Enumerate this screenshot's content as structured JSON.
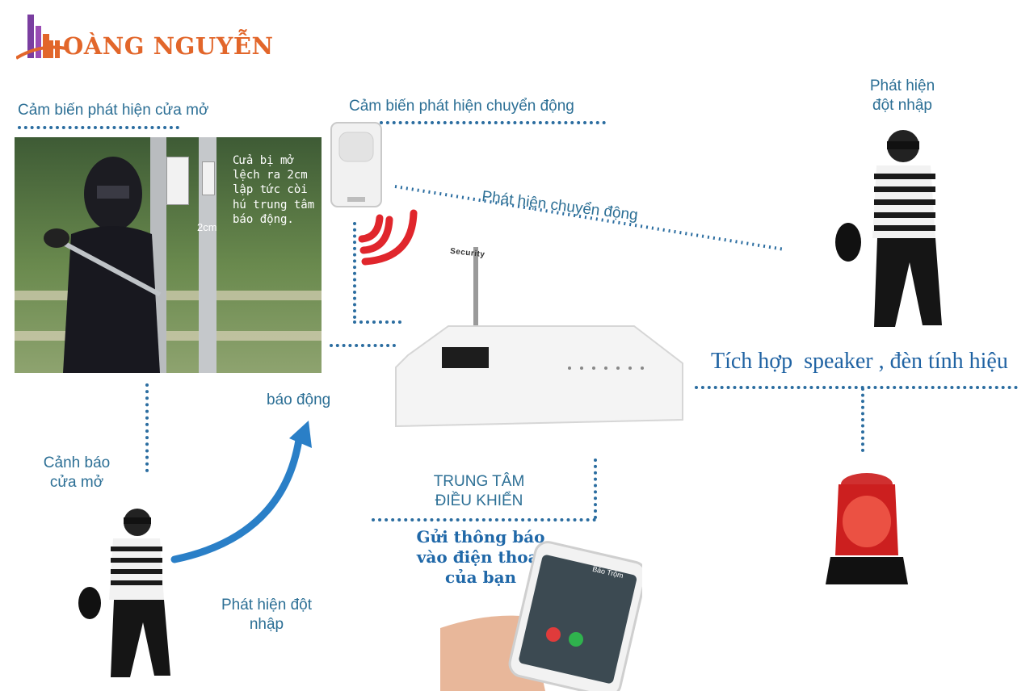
{
  "brand": {
    "name": "OÀNG NGUYỄN"
  },
  "labels": {
    "door_sensor": "Cảm biến phát hiện cửa mở",
    "motion_sensor": "Cảm biến phát hiện chuyển động",
    "motion_detected": "Phát hiện chuyển động",
    "intrusion_top": "Phát hiện đột nhập",
    "door_warning": "Cảnh báo cửa mở",
    "alarm": "báo động",
    "control_center": "TRUNG TÂM ĐIỀU KHIỂN",
    "send_notification": "Gửi thông báo vào điện thoại của bạn",
    "intrusion_bottom": "Phát hiện đột nhập",
    "integrated": "Tích hợp  speaker , đèn tính hiệu"
  },
  "door_photo": {
    "note": "Cửa bị mở lệch ra 2cm lập tức còi hú trung tâm báo động.",
    "gap": "2cm"
  },
  "device": {
    "brand_label": "Security"
  },
  "phone": {
    "caller": "Báo Trộm"
  },
  "colors": {
    "line": "#2b6da0",
    "label": "#2c6f95",
    "brand": "#e2662a",
    "signal": "#e0262c",
    "arrow": "#2a7fc7"
  },
  "icons": [
    "building-logo-icon",
    "motion-sensor-icon",
    "signal-waves-icon",
    "burglar-icon",
    "siren-icon",
    "smartphone-icon",
    "arrow-icon"
  ]
}
